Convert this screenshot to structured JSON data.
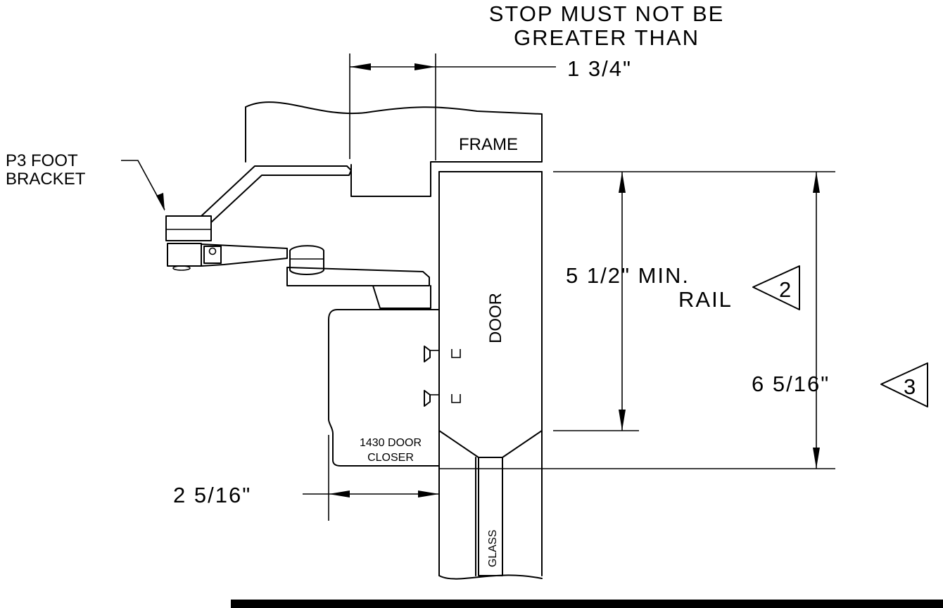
{
  "stop_note": {
    "line1": "STOP MUST NOT BE",
    "line2": "GREATER THAN",
    "dimension": "1 3/4\""
  },
  "foot_bracket": {
    "line1": "P3 FOOT",
    "line2": "BRACKET"
  },
  "frame_label": "FRAME",
  "door_label": "DOOR",
  "glass_label": "GLASS",
  "closer_label": {
    "line1": "1430 DOOR",
    "line2": "CLOSER"
  },
  "min_rail": {
    "dimension": "5 1/2\" MIN.",
    "line2": "RAIL",
    "note_number": "2"
  },
  "total_height": {
    "dimension": "6 5/16\"",
    "note_number": "3"
  },
  "closer_offset": {
    "dimension": "2 5/16\""
  }
}
